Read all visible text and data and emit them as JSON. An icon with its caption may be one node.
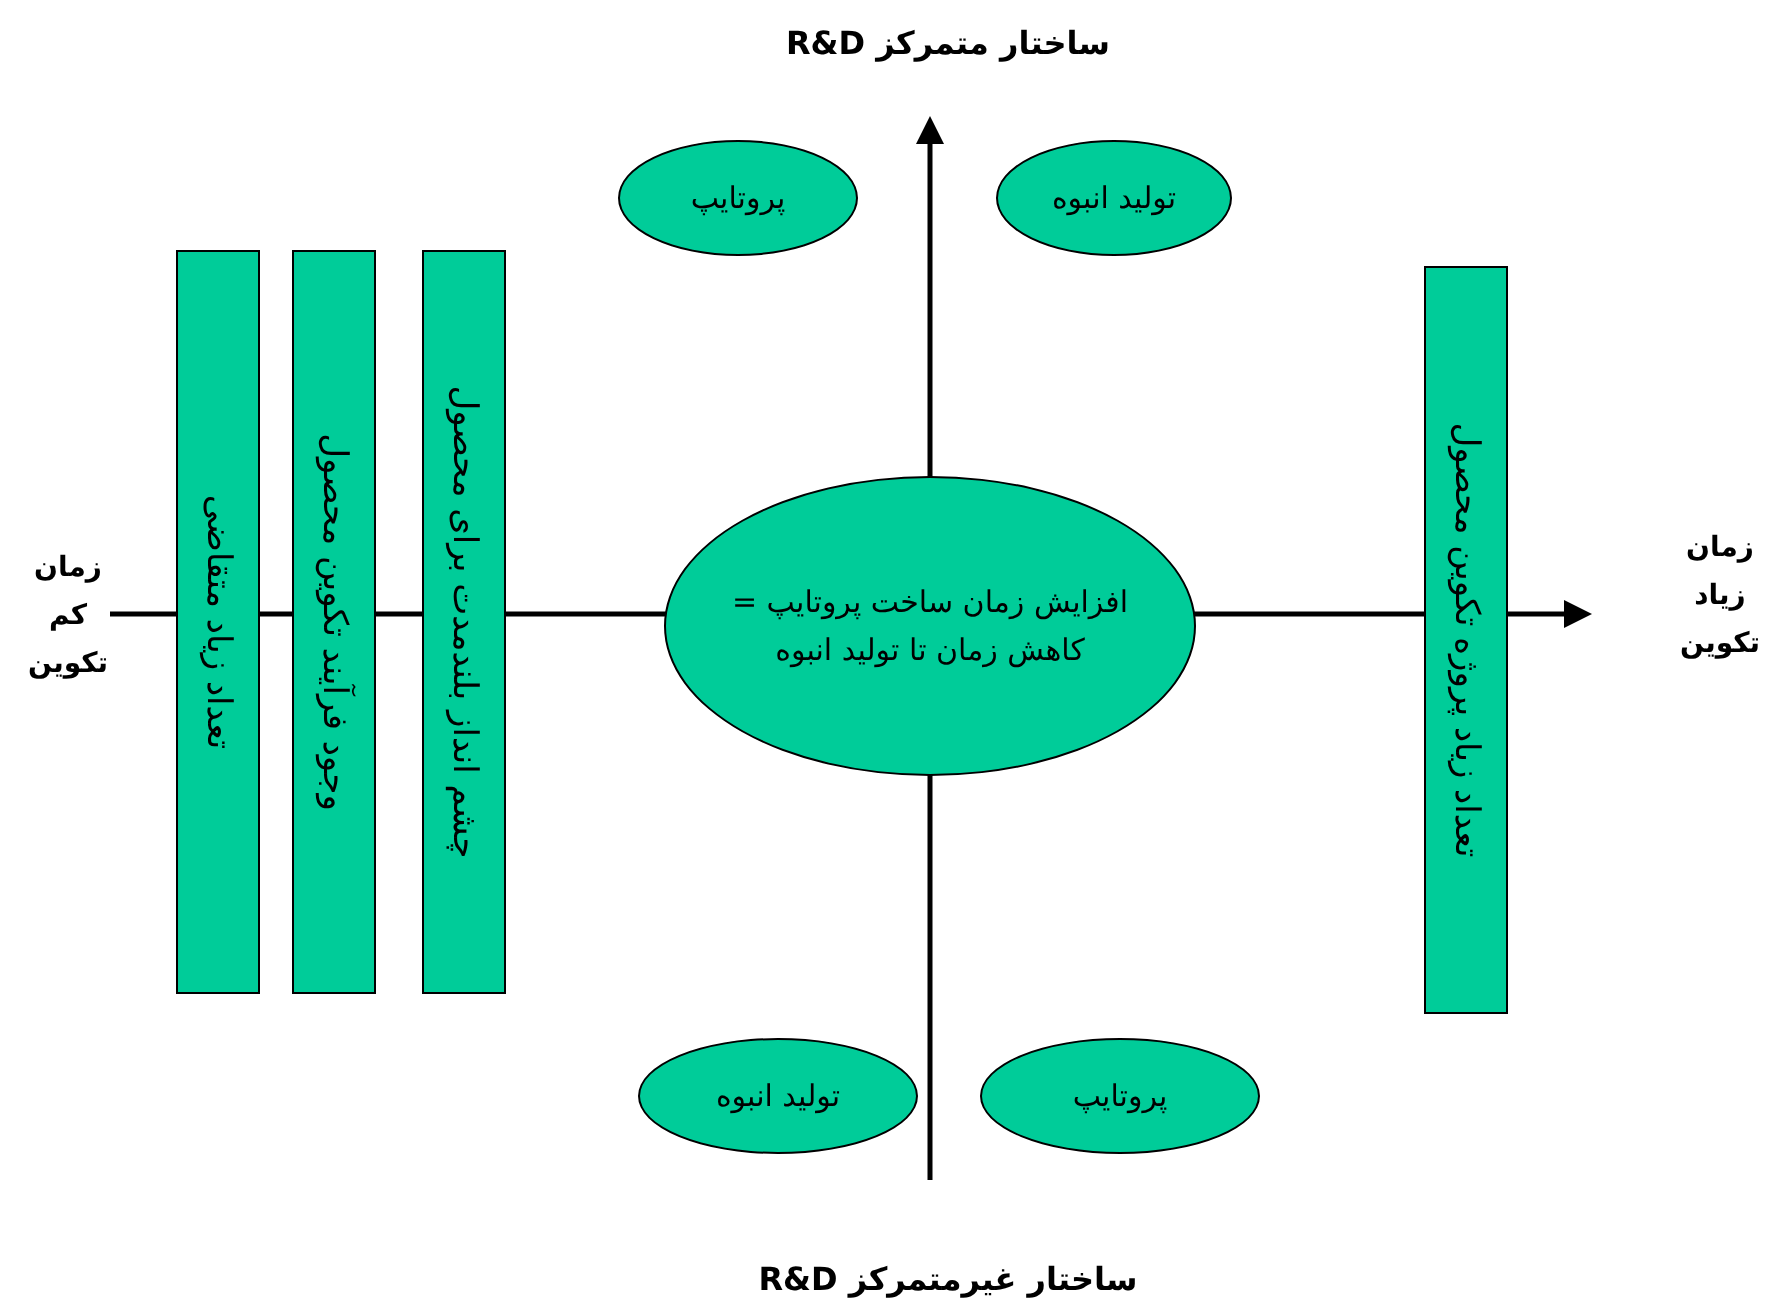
{
  "diagram": {
    "nodes": [
      {
        "text": [
          "پروتایپ"
        ]
      },
      {
        "text": [
          "تولید انبوه"
        ]
      },
      {
        "text": [
          "تعداد زیاد متقاضی"
        ]
      },
      {
        "text": [
          "وجود فرآیند تکوین محصول"
        ]
      },
      {
        "text": [
          "چشم انداز بلندمدت برای محصول"
        ]
      },
      {
        "text": [
          "افزایش زمان ساخت پروتایپ = کاهش زمان تا تولید انبوه"
        ]
      },
      {
        "text": [
          "تعداد زیاد پروژه تکوین محصول"
        ]
      },
      {
        "text": [
          "تولید انبوه"
        ]
      },
      {
        "text": [
          "پروتایپ"
        ]
      }
    ],
    "labels": [
      "ساختار متمرکز R&D",
      "زمان کم تکوین",
      "زمان زیاد تکوین",
      "ساختار غیرمتمرکز R&D"
    ]
  }
}
